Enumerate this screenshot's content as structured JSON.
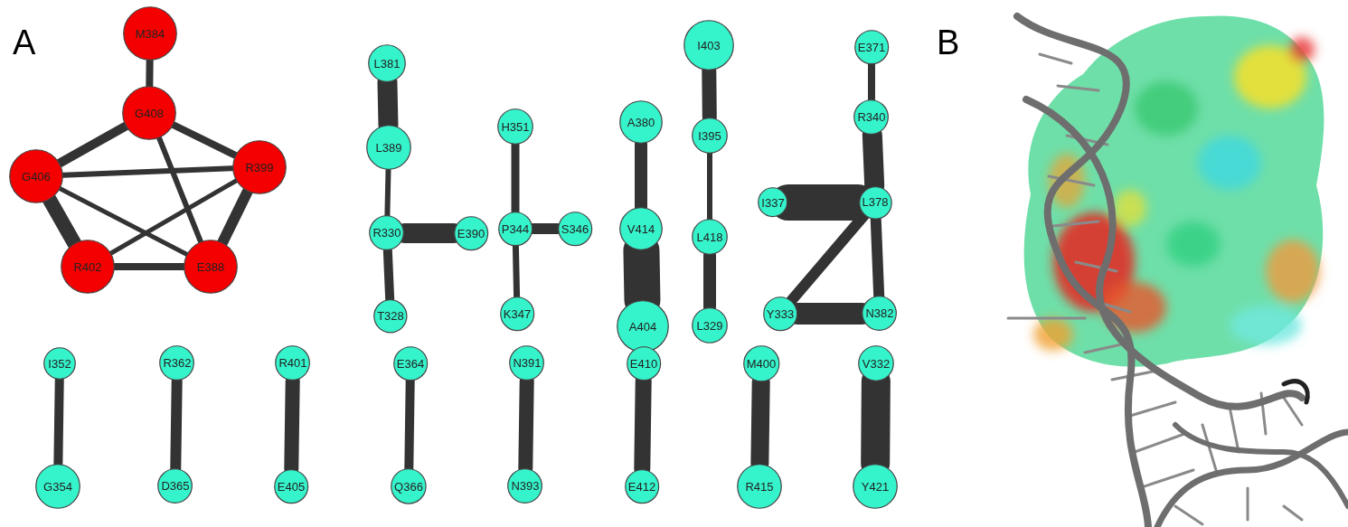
{
  "diagram": {
    "nodes": [
      {
        "text": [
          "M384"
        ]
      },
      {
        "text": [
          "G408"
        ]
      },
      {
        "text": [
          "G406"
        ]
      },
      {
        "text": [
          "R399"
        ]
      },
      {
        "text": [
          "R402"
        ]
      },
      {
        "text": [
          "E388"
        ]
      },
      {
        "text": [
          "L381"
        ]
      },
      {
        "text": [
          "L389"
        ]
      },
      {
        "text": [
          "R330"
        ]
      },
      {
        "text": [
          "E390"
        ]
      },
      {
        "text": [
          "T328"
        ]
      },
      {
        "text": [
          "H351"
        ]
      },
      {
        "text": [
          "P344"
        ]
      },
      {
        "text": [
          "S346"
        ]
      },
      {
        "text": [
          "K347"
        ]
      },
      {
        "text": [
          "A380"
        ]
      },
      {
        "text": [
          "V414"
        ]
      },
      {
        "text": [
          "A404"
        ]
      },
      {
        "text": [
          "I403"
        ]
      },
      {
        "text": [
          "I395"
        ]
      },
      {
        "text": [
          "L418"
        ]
      },
      {
        "text": [
          "L329"
        ]
      },
      {
        "text": [
          "E371"
        ]
      },
      {
        "text": [
          "R340"
        ]
      },
      {
        "text": [
          "I337"
        ]
      },
      {
        "text": [
          "L378"
        ]
      },
      {
        "text": [
          "Y333"
        ]
      },
      {
        "text": [
          "N382"
        ]
      },
      {
        "text": [
          "I352"
        ]
      },
      {
        "text": [
          "G354"
        ]
      },
      {
        "text": [
          "R362"
        ]
      },
      {
        "text": [
          "D365"
        ]
      },
      {
        "text": [
          "R401"
        ]
      },
      {
        "text": [
          "E405"
        ]
      },
      {
        "text": [
          "E364"
        ]
      },
      {
        "text": [
          "Q366"
        ]
      },
      {
        "text": [
          "N391"
        ]
      },
      {
        "text": [
          "N393"
        ]
      },
      {
        "text": [
          "E410"
        ]
      },
      {
        "text": [
          "E412"
        ]
      },
      {
        "text": [
          "M400"
        ]
      },
      {
        "text": [
          "R415"
        ]
      },
      {
        "text": [
          "V332"
        ]
      },
      {
        "text": [
          "Y421"
        ]
      }
    ],
    "edges": [
      {
        "from": 0,
        "to": 1,
        "arrow": "none"
      },
      {
        "from": 1,
        "to": 2,
        "arrow": "none"
      },
      {
        "from": 1,
        "to": 3,
        "arrow": "none"
      },
      {
        "from": 1,
        "to": 5,
        "arrow": "none"
      },
      {
        "from": 2,
        "to": 3,
        "arrow": "none"
      },
      {
        "from": 2,
        "to": 4,
        "arrow": "none"
      },
      {
        "from": 2,
        "to": 5,
        "arrow": "none"
      },
      {
        "from": 3,
        "to": 4,
        "arrow": "none"
      },
      {
        "from": 3,
        "to": 5,
        "arrow": "none"
      },
      {
        "from": 4,
        "to": 5,
        "arrow": "none"
      },
      {
        "from": 6,
        "to": 7,
        "arrow": "none"
      },
      {
        "from": 7,
        "to": 8,
        "arrow": "none"
      },
      {
        "from": 8,
        "to": 9,
        "arrow": "none"
      },
      {
        "from": 8,
        "to": 10,
        "arrow": "none"
      },
      {
        "from": 11,
        "to": 12,
        "arrow": "none"
      },
      {
        "from": 12,
        "to": 13,
        "arrow": "none"
      },
      {
        "from": 12,
        "to": 14,
        "arrow": "none"
      },
      {
        "from": 15,
        "to": 16,
        "arrow": "none"
      },
      {
        "from": 16,
        "to": 17,
        "arrow": "none"
      },
      {
        "from": 18,
        "to": 19,
        "arrow": "none"
      },
      {
        "from": 19,
        "to": 20,
        "arrow": "none"
      },
      {
        "from": 20,
        "to": 21,
        "arrow": "none"
      },
      {
        "from": 22,
        "to": 23,
        "arrow": "none"
      },
      {
        "from": 23,
        "to": 25,
        "arrow": "none"
      },
      {
        "from": 24,
        "to": 25,
        "arrow": "none"
      },
      {
        "from": 25,
        "to": 26,
        "arrow": "none"
      },
      {
        "from": 25,
        "to": 27,
        "arrow": "none"
      },
      {
        "from": 26,
        "to": 27,
        "arrow": "none"
      },
      {
        "from": 28,
        "to": 29,
        "arrow": "none"
      },
      {
        "from": 30,
        "to": 31,
        "arrow": "none"
      },
      {
        "from": 32,
        "to": 33,
        "arrow": "none"
      },
      {
        "from": 34,
        "to": 35,
        "arrow": "none"
      },
      {
        "from": 36,
        "to": 37,
        "arrow": "none"
      },
      {
        "from": 38,
        "to": 39,
        "arrow": "none"
      },
      {
        "from": 40,
        "to": 41,
        "arrow": "none"
      },
      {
        "from": 42,
        "to": 43,
        "arrow": "none"
      }
    ],
    "labels": [
      "A",
      "B"
    ]
  }
}
